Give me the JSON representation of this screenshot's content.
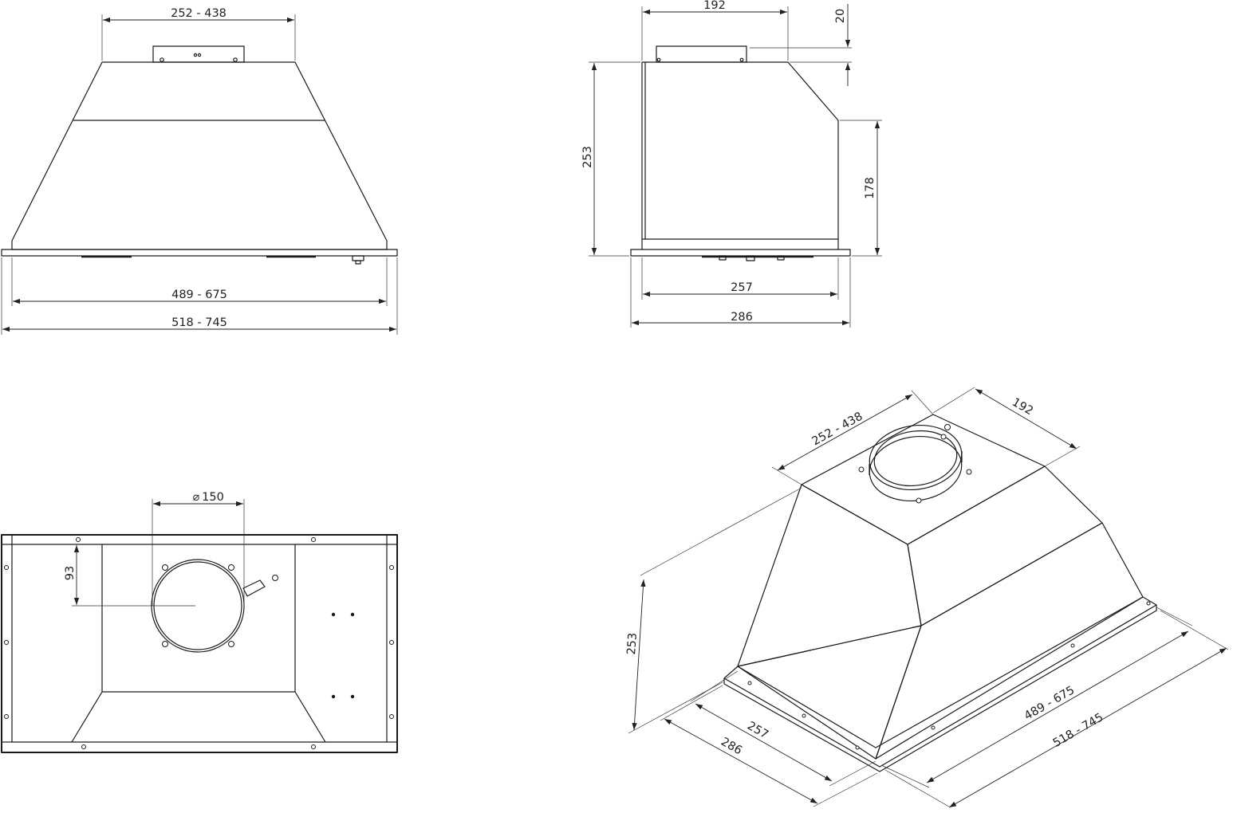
{
  "front_view": {
    "width_top": "252 - 438",
    "width_inner": "489 - 675",
    "width_outer": "518 - 745"
  },
  "side_view": {
    "depth_top": "192",
    "collar_height": "20",
    "height": "253",
    "front_height": "178",
    "depth_inner": "257",
    "depth_outer": "286"
  },
  "bottom_view": {
    "duct_diameter": "150",
    "duct_offset": "93"
  },
  "iso_view": {
    "width_top": "252 - 438",
    "depth_top": "192",
    "height": "253",
    "depth_inner": "257",
    "depth_outer": "286",
    "width_inner": "489 - 675",
    "width_outer": "518 - 745"
  },
  "colors": {
    "line": "#1a1a1a",
    "background": "#ffffff"
  }
}
